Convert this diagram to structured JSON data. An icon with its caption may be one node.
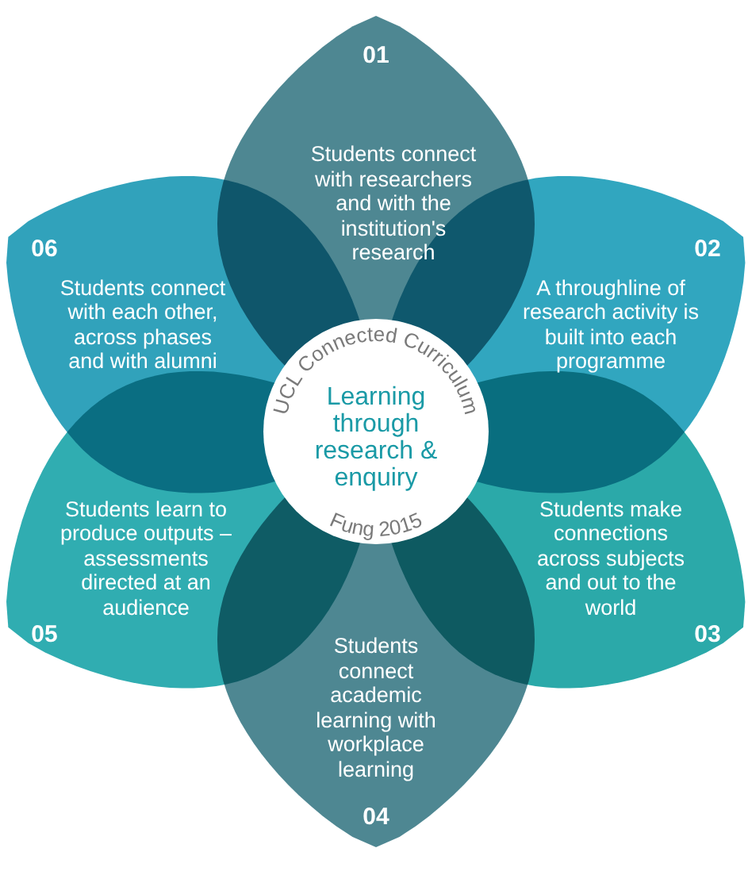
{
  "diagram": {
    "nodes": [
      {
        "text": [
          "01",
          "Students connect with researchers and with the institution's research"
        ]
      },
      {
        "text": [
          "02",
          "A throughline of research activity is built into each programme"
        ]
      },
      {
        "text": [
          "Students make connections across subjects and out to the world",
          "03"
        ]
      },
      {
        "text": [
          "Students connect academic learning with workplace learning",
          "04"
        ]
      },
      {
        "text": [
          "Students learn to produce outputs – assessments directed at an audience",
          "05"
        ]
      },
      {
        "text": [
          "06",
          "Students connect with each other, across phases and with alumni"
        ]
      },
      {
        "text": [
          "UCL Connected Curriculum",
          "Learning through research & enquiry",
          "Fung 2015"
        ]
      }
    ],
    "edges": []
  }
}
